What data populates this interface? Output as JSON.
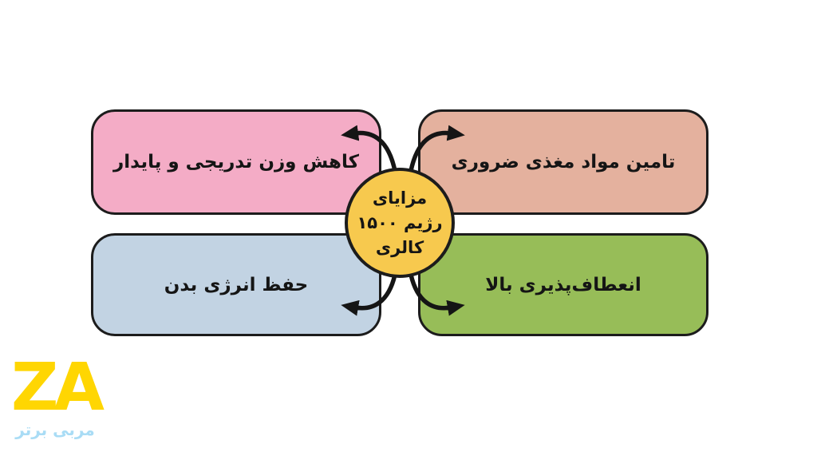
{
  "page": {
    "background_color": "#ffffff",
    "text_color": "#151515",
    "outline_color": "#1c1c1c",
    "arrow_color": "#151515"
  },
  "diagram": {
    "center_bubble": {
      "lines": [
        "مزایای",
        "رژیم ۱۵۰۰",
        "کالری"
      ],
      "full_text": "مزایای رژیم ۱۵۰۰ کالری",
      "fill": "#F7C94E"
    },
    "boxes": [
      {
        "position": "top-left",
        "label": "کاهش وزن تدریجی و پایدار",
        "fill": "#F4ACC6"
      },
      {
        "position": "top-right",
        "label": "تامین مواد مغذی ضروری",
        "fill": "#E4B19E"
      },
      {
        "position": "bottom-left",
        "label": "حفظ انرژی بدن",
        "fill": "#C2D3E3"
      },
      {
        "position": "bottom-right",
        "label": "انعطاف‌پذیری بالا",
        "fill": "#97BD58"
      }
    ]
  },
  "logo": {
    "monogram": "ZA",
    "monogram_color": "#FFD602",
    "caption": "مربی برتر",
    "caption_color": "#A9DCF5"
  }
}
